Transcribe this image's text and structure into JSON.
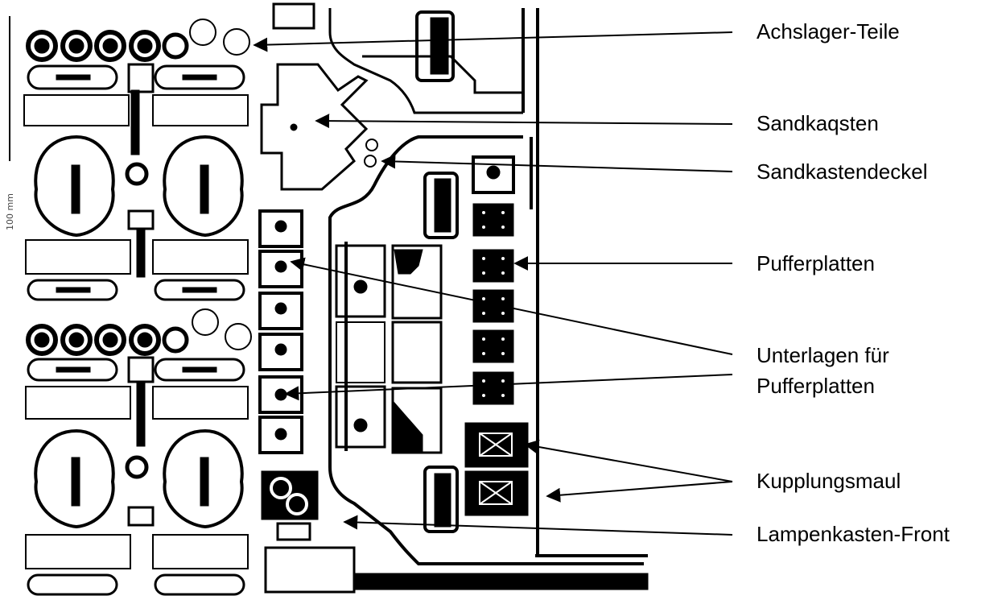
{
  "scale_label": "100 mm",
  "labels": {
    "achslager": "Achslager-Teile",
    "sandkasten": "Sandkaqsten",
    "sandkastendeckel": "Sandkastendeckel",
    "pufferplatten": "Pufferplatten",
    "unterlagen_line1": "Unterlagen für",
    "unterlagen_line2": "Pufferplatten",
    "kupplungsmaul": "Kupplungsmaul",
    "lampenkasten": "Lampenkasten-Front"
  },
  "colors": {
    "ink": "#000000",
    "paper": "#ffffff",
    "etch": "#111111"
  }
}
